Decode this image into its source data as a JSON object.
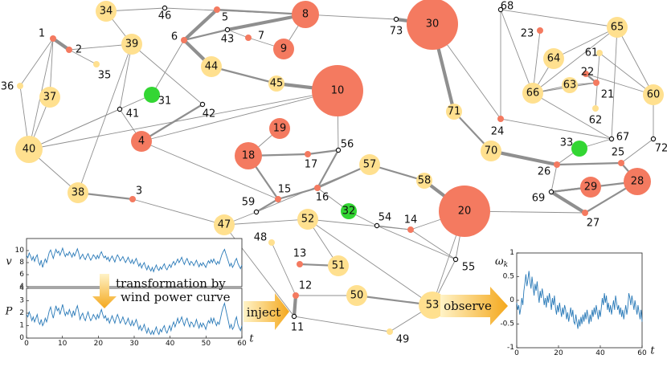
{
  "network": {
    "nodes": [
      {
        "id": "1",
        "type": "load",
        "size": "xs"
      },
      {
        "id": "2",
        "type": "load",
        "size": "xs"
      },
      {
        "id": "3",
        "type": "load",
        "size": "xs"
      },
      {
        "id": "4",
        "type": "load",
        "size": "md"
      },
      {
        "id": "5",
        "type": "load",
        "size": "xs"
      },
      {
        "id": "6",
        "type": "load",
        "size": "xs"
      },
      {
        "id": "7",
        "type": "load",
        "size": "xs"
      },
      {
        "id": "8",
        "type": "load",
        "size": "lg"
      },
      {
        "id": "9",
        "type": "load",
        "size": "md"
      },
      {
        "id": "10",
        "type": "load",
        "size": "xl"
      },
      {
        "id": "11",
        "type": "transit",
        "size": "xs"
      },
      {
        "id": "12",
        "type": "load",
        "size": "xs"
      },
      {
        "id": "13",
        "type": "load",
        "size": "xs"
      },
      {
        "id": "14",
        "type": "load",
        "size": "xs"
      },
      {
        "id": "15",
        "type": "load",
        "size": "xs"
      },
      {
        "id": "16",
        "type": "load",
        "size": "xs"
      },
      {
        "id": "17",
        "type": "load",
        "size": "xs"
      },
      {
        "id": "18",
        "type": "load",
        "size": "lg"
      },
      {
        "id": "19",
        "type": "load",
        "size": "md"
      },
      {
        "id": "20",
        "type": "load",
        "size": "xl"
      },
      {
        "id": "21",
        "type": "load",
        "size": "xs"
      },
      {
        "id": "22",
        "type": "load",
        "size": "xs"
      },
      {
        "id": "23",
        "type": "load",
        "size": "xs"
      },
      {
        "id": "24",
        "type": "load",
        "size": "xs"
      },
      {
        "id": "25",
        "type": "load",
        "size": "xs"
      },
      {
        "id": "26",
        "type": "load",
        "size": "xs"
      },
      {
        "id": "27",
        "type": "load",
        "size": "xs"
      },
      {
        "id": "28",
        "type": "load",
        "size": "lg"
      },
      {
        "id": "29",
        "type": "load",
        "size": "md"
      },
      {
        "id": "30",
        "type": "load",
        "size": "xl"
      },
      {
        "id": "31",
        "type": "wind",
        "size": "sm"
      },
      {
        "id": "32",
        "type": "wind",
        "size": "sm"
      },
      {
        "id": "33",
        "type": "wind",
        "size": "sm"
      },
      {
        "id": "34",
        "type": "generator",
        "size": "md"
      },
      {
        "id": "35",
        "type": "generator",
        "size": "xs"
      },
      {
        "id": "36",
        "type": "generator",
        "size": "xs"
      },
      {
        "id": "37",
        "type": "generator",
        "size": "md"
      },
      {
        "id": "38",
        "type": "generator",
        "size": "md"
      },
      {
        "id": "39",
        "type": "generator",
        "size": "md"
      },
      {
        "id": "40",
        "type": "generator",
        "size": "lg"
      },
      {
        "id": "41",
        "type": "transit",
        "size": "xs"
      },
      {
        "id": "42",
        "type": "transit",
        "size": "xs"
      },
      {
        "id": "43",
        "type": "transit",
        "size": "xs"
      },
      {
        "id": "44",
        "type": "generator",
        "size": "md"
      },
      {
        "id": "45",
        "type": "generator",
        "size": "sm"
      },
      {
        "id": "46",
        "type": "transit",
        "size": "xs"
      },
      {
        "id": "47",
        "type": "generator",
        "size": "md"
      },
      {
        "id": "48",
        "type": "generator",
        "size": "xs"
      },
      {
        "id": "49",
        "type": "generator",
        "size": "xs"
      },
      {
        "id": "50",
        "type": "generator",
        "size": "md"
      },
      {
        "id": "51",
        "type": "generator",
        "size": "md"
      },
      {
        "id": "52",
        "type": "generator",
        "size": "md"
      },
      {
        "id": "53",
        "type": "generator",
        "size": "lg"
      },
      {
        "id": "54",
        "type": "transit",
        "size": "xs"
      },
      {
        "id": "55",
        "type": "transit",
        "size": "xs"
      },
      {
        "id": "56",
        "type": "transit",
        "size": "xs"
      },
      {
        "id": "57",
        "type": "generator",
        "size": "md"
      },
      {
        "id": "58",
        "type": "generator",
        "size": "sm"
      },
      {
        "id": "59",
        "type": "transit",
        "size": "xs"
      },
      {
        "id": "60",
        "type": "generator",
        "size": "md"
      },
      {
        "id": "61",
        "type": "generator",
        "size": "xs"
      },
      {
        "id": "62",
        "type": "generator",
        "size": "xs"
      },
      {
        "id": "63",
        "type": "generator",
        "size": "sm"
      },
      {
        "id": "64",
        "type": "generator",
        "size": "md"
      },
      {
        "id": "65",
        "type": "generator",
        "size": "md"
      },
      {
        "id": "66",
        "type": "generator",
        "size": "md"
      },
      {
        "id": "67",
        "type": "transit",
        "size": "xs"
      },
      {
        "id": "68",
        "type": "transit",
        "size": "xs"
      },
      {
        "id": "69",
        "type": "transit",
        "size": "xs"
      },
      {
        "id": "70",
        "type": "generator",
        "size": "md"
      },
      {
        "id": "71",
        "type": "generator",
        "size": "sm"
      },
      {
        "id": "72",
        "type": "transit",
        "size": "xs"
      },
      {
        "id": "73",
        "type": "transit",
        "size": "xs"
      }
    ],
    "edges": [
      [
        "34",
        "46",
        "thin"
      ],
      [
        "46",
        "8",
        "thin"
      ],
      [
        "34",
        "39",
        "thin"
      ],
      [
        "1",
        "36",
        "thin"
      ],
      [
        "1",
        "40",
        "thin"
      ],
      [
        "1",
        "2",
        "thick"
      ],
      [
        "2",
        "35",
        "thin"
      ],
      [
        "2",
        "39",
        "thin"
      ],
      [
        "36",
        "40",
        "thin"
      ],
      [
        "37",
        "40",
        "thin"
      ],
      [
        "37",
        "1",
        "thin"
      ],
      [
        "39",
        "38",
        "thin"
      ],
      [
        "39",
        "41",
        "thin"
      ],
      [
        "39",
        "42",
        "thin"
      ],
      [
        "41",
        "40",
        "thin"
      ],
      [
        "41",
        "4",
        "thin"
      ],
      [
        "40",
        "10",
        "thin"
      ],
      [
        "40",
        "38",
        "thin"
      ],
      [
        "40",
        "31",
        "thin"
      ],
      [
        "38",
        "3",
        "medium"
      ],
      [
        "3",
        "47",
        "thin"
      ],
      [
        "6",
        "5",
        "thick"
      ],
      [
        "5",
        "8",
        "medium"
      ],
      [
        "6",
        "43",
        "medium"
      ],
      [
        "43",
        "8",
        "thick"
      ],
      [
        "43",
        "7",
        "thin"
      ],
      [
        "7",
        "9",
        "thin"
      ],
      [
        "9",
        "8",
        "thin"
      ],
      [
        "6",
        "44",
        "thick"
      ],
      [
        "6",
        "31",
        "thin"
      ],
      [
        "44",
        "45",
        "medium"
      ],
      [
        "45",
        "10",
        "thick"
      ],
      [
        "4",
        "42",
        "medium"
      ],
      [
        "4",
        "10",
        "thin"
      ],
      [
        "4",
        "15",
        "thin"
      ],
      [
        "8",
        "73",
        "thin"
      ],
      [
        "73",
        "30",
        "thick"
      ],
      [
        "30",
        "71",
        "thick"
      ],
      [
        "30",
        "24",
        "thin"
      ],
      [
        "71",
        "70",
        "medium"
      ],
      [
        "70",
        "26",
        "thick"
      ],
      [
        "26",
        "25",
        "medium"
      ],
      [
        "25",
        "28",
        "medium"
      ],
      [
        "25",
        "72",
        "thin"
      ],
      [
        "72",
        "60",
        "thin"
      ],
      [
        "26",
        "69",
        "thin"
      ],
      [
        "69",
        "27",
        "thick"
      ],
      [
        "69",
        "29",
        "medium"
      ],
      [
        "69",
        "28",
        "medium"
      ],
      [
        "27",
        "28",
        "medium"
      ],
      [
        "24",
        "67",
        "thin"
      ],
      [
        "24",
        "68",
        "thin"
      ],
      [
        "68",
        "65",
        "thin"
      ],
      [
        "68",
        "66",
        "thin"
      ],
      [
        "65",
        "64",
        "thin"
      ],
      [
        "65",
        "60",
        "thin"
      ],
      [
        "65",
        "67",
        "thin"
      ],
      [
        "65",
        "66",
        "thin"
      ],
      [
        "60",
        "61",
        "thin"
      ],
      [
        "61",
        "62",
        "thin"
      ],
      [
        "66",
        "64",
        "thin"
      ],
      [
        "66",
        "63",
        "thin"
      ],
      [
        "66",
        "67",
        "thin"
      ],
      [
        "66",
        "21",
        "thin"
      ],
      [
        "21",
        "22",
        "medium"
      ],
      [
        "22",
        "60",
        "thin"
      ],
      [
        "63",
        "21",
        "thin"
      ],
      [
        "67",
        "33",
        "thin"
      ],
      [
        "33",
        "26",
        "thin"
      ],
      [
        "23",
        "66",
        "thin"
      ],
      [
        "19",
        "18",
        "thin"
      ],
      [
        "18",
        "17",
        "medium"
      ],
      [
        "17",
        "56",
        "medium"
      ],
      [
        "18",
        "15",
        "medium"
      ],
      [
        "56",
        "10",
        "thin"
      ],
      [
        "56",
        "16",
        "medium"
      ],
      [
        "15",
        "16",
        "medium"
      ],
      [
        "15",
        "59",
        "medium"
      ],
      [
        "16",
        "57",
        "medium"
      ],
      [
        "16",
        "32",
        "thin"
      ],
      [
        "57",
        "58",
        "medium"
      ],
      [
        "58",
        "20",
        "thick"
      ],
      [
        "32",
        "54",
        "thin"
      ],
      [
        "54",
        "14",
        "thin"
      ],
      [
        "14",
        "20",
        "thin"
      ],
      [
        "54",
        "55",
        "thin"
      ],
      [
        "55",
        "53",
        "thin"
      ],
      [
        "20",
        "53",
        "thin"
      ],
      [
        "20",
        "27",
        "thin"
      ],
      [
        "59",
        "47",
        "thin"
      ],
      [
        "47",
        "52",
        "thin"
      ],
      [
        "47",
        "11",
        "thin"
      ],
      [
        "52",
        "14",
        "thin"
      ],
      [
        "52",
        "51",
        "thin"
      ],
      [
        "52",
        "53",
        "thin"
      ],
      [
        "48",
        "12",
        "thin"
      ],
      [
        "13",
        "51",
        "medium"
      ],
      [
        "12",
        "11",
        "thick"
      ],
      [
        "12",
        "50",
        "thin"
      ],
      [
        "50",
        "53",
        "medium"
      ],
      [
        "53",
        "49",
        "thin"
      ],
      [
        "11",
        "49",
        "thin"
      ],
      [
        "20",
        "55",
        "thin"
      ],
      [
        "14",
        "55",
        "thin"
      ],
      [
        "57",
        "59",
        "thin"
      ]
    ]
  },
  "plot_left": {
    "top": {
      "ylabel": "v",
      "ylim": [
        4,
        12
      ],
      "yticks": [
        "4",
        "6",
        "8",
        "10"
      ],
      "series": [
        9.2,
        8.8,
        9.6,
        9.1,
        8.4,
        9.0,
        8.2,
        8.9,
        9.3,
        8.1,
        7.6,
        8.4,
        7.2,
        7.9,
        8.6,
        8.0,
        8.8,
        9.7,
        10.1,
        9.4,
        8.7,
        9.5,
        10.2,
        9.6,
        9.9,
        9.2,
        9.8,
        10.4,
        9.6,
        9.0,
        9.5,
        9.2,
        9.8,
        9.4,
        8.9,
        9.6,
        9.1,
        9.7,
        10.3,
        9.6,
        8.6,
        9.0,
        9.4,
        8.8,
        8.5,
        9.1,
        9.5,
        8.9,
        8.4,
        8.8,
        9.3,
        9.0,
        8.6,
        9.2,
        8.7,
        9.4,
        9.8,
        9.2,
        8.8,
        9.1,
        8.5,
        8.9,
        8.2,
        8.7,
        9.1,
        8.6,
        8.1,
        8.8,
        9.3,
        8.9,
        8.3,
        8.6,
        9.0,
        8.5,
        8.0,
        8.4,
        8.9,
        8.3,
        7.9,
        8.5,
        7.8,
        8.2,
        8.7,
        8.0,
        7.4,
        7.9,
        7.1,
        7.6,
        8.0,
        7.3,
        6.8,
        7.5,
        7.0,
        6.6,
        7.2,
        6.5,
        7.1,
        7.6,
        7.0,
        6.7,
        7.3,
        6.9,
        7.4,
        7.8,
        7.1,
        6.8,
        7.3,
        7.7,
        7.2,
        7.8,
        8.2,
        7.6,
        8.1,
        8.6,
        8.0,
        8.4,
        8.9,
        8.2,
        7.7,
        8.3,
        8.7,
        8.1,
        7.6,
        8.2,
        8.0,
        7.5,
        7.9,
        8.4,
        7.8,
        7.3,
        7.9,
        7.5,
        8.0,
        7.6,
        7.2,
        7.8,
        8.3,
        7.9,
        8.5,
        8.0,
        8.6,
        8.1,
        7.7,
        8.2,
        7.8,
        8.6,
        9.3,
        9.8,
        10.2,
        9.5,
        8.8,
        8.1,
        7.4,
        7.9,
        7.2,
        7.6,
        8.3,
        8.7,
        7.9,
        7.4,
        7.0,
        7.6
      ]
    },
    "bottom": {
      "ylabel": "P",
      "ylim": [
        0,
        4
      ],
      "yticks": [
        "0",
        "1",
        "2",
        "3",
        "4"
      ],
      "xlim": [
        0,
        60
      ],
      "xticks": [
        "0",
        "10",
        "20",
        "30",
        "40",
        "50",
        "60"
      ],
      "xlabel": "t",
      "series": [
        1.9,
        1.7,
        2.1,
        1.8,
        1.4,
        1.7,
        1.3,
        1.6,
        1.9,
        1.3,
        1.1,
        1.5,
        1.0,
        1.2,
        1.6,
        1.3,
        1.7,
        2.2,
        2.5,
        2.0,
        1.6,
        2.1,
        2.6,
        2.2,
        2.4,
        1.9,
        2.3,
        2.7,
        2.2,
        1.8,
        2.1,
        1.9,
        2.3,
        2.0,
        1.7,
        2.2,
        1.8,
        2.3,
        2.6,
        2.1,
        1.5,
        1.8,
        2.0,
        1.6,
        1.4,
        1.8,
        2.1,
        1.7,
        1.4,
        1.6,
        1.9,
        1.7,
        1.5,
        1.9,
        1.6,
        2.0,
        2.3,
        1.9,
        1.6,
        1.8,
        1.4,
        1.6,
        1.2,
        1.5,
        1.8,
        1.5,
        1.2,
        1.6,
        1.9,
        1.6,
        1.2,
        1.4,
        1.7,
        1.4,
        1.1,
        1.3,
        1.6,
        1.2,
        1.0,
        1.4,
        1.0,
        1.2,
        1.5,
        1.1,
        0.7,
        1.0,
        0.6,
        0.8,
        1.1,
        0.7,
        0.4,
        0.8,
        0.5,
        0.3,
        0.6,
        0.3,
        0.6,
        0.9,
        0.5,
        0.3,
        0.7,
        0.5,
        0.8,
        1.0,
        0.6,
        0.4,
        0.7,
        1.0,
        0.6,
        1.0,
        1.3,
        0.9,
        1.2,
        1.6,
        1.2,
        1.4,
        1.7,
        1.3,
        1.0,
        1.4,
        1.6,
        1.2,
        0.9,
        1.3,
        1.2,
        0.9,
        1.1,
        1.5,
        1.1,
        0.8,
        1.2,
        0.9,
        1.2,
        1.0,
        0.7,
        1.1,
        1.4,
        1.2,
        1.6,
        1.2,
        1.6,
        1.3,
        1.0,
        1.3,
        1.1,
        1.6,
        2.1,
        2.5,
        2.8,
        2.3,
        1.8,
        1.3,
        0.8,
        1.1,
        0.7,
        0.9,
        1.4,
        1.7,
        1.1,
        0.8,
        0.6,
        1.0
      ]
    }
  },
  "plot_right": {
    "ylabel": "ω_k",
    "ylim": [
      -1,
      1
    ],
    "yticks": [
      "-1",
      "-0.5",
      "0",
      "0.5",
      "1"
    ],
    "xlim": [
      0,
      60
    ],
    "xticks": [
      "0",
      "20",
      "40",
      "60"
    ],
    "xlabel": "t",
    "series": [
      -0.05,
      -0.2,
      -0.1,
      -0.3,
      -0.15,
      0.05,
      -0.1,
      0.2,
      0.35,
      0.55,
      0.3,
      0.45,
      0.62,
      0.4,
      0.25,
      0.5,
      0.3,
      0.1,
      0.35,
      0.2,
      0.4,
      0.15,
      -0.05,
      0.2,
      0.05,
      0.25,
      0.1,
      -0.1,
      0.05,
      -0.15,
      0.1,
      -0.05,
      0.15,
      0.0,
      -0.2,
      0.05,
      -0.1,
      0.1,
      -0.15,
      -0.3,
      -0.1,
      -0.25,
      -0.05,
      -0.2,
      -0.35,
      -0.15,
      -0.3,
      -0.1,
      -0.2,
      -0.4,
      -0.25,
      -0.45,
      -0.3,
      -0.15,
      -0.35,
      -0.2,
      -0.45,
      -0.5,
      -0.3,
      -0.45,
      -0.6,
      -0.4,
      -0.55,
      -0.35,
      -0.5,
      -0.3,
      -0.45,
      -0.25,
      -0.4,
      -0.2,
      -0.35,
      -0.5,
      -0.3,
      -0.45,
      -0.2,
      -0.35,
      -0.15,
      -0.3,
      -0.1,
      -0.25,
      -0.4,
      -0.2,
      -0.35,
      -0.15,
      0.05,
      -0.1,
      0.15,
      -0.05,
      0.1,
      -0.2,
      -0.05,
      -0.25,
      -0.1,
      -0.3,
      -0.15,
      0.0,
      -0.2,
      0.1,
      -0.05,
      -0.2,
      -0.1,
      -0.3,
      -0.15,
      -0.35,
      -0.2,
      -0.4,
      -0.25,
      -0.1,
      -0.3,
      -0.15,
      0.15,
      0.05,
      -0.1,
      0.1,
      -0.05,
      -0.2,
      0.0,
      -0.15,
      -0.3,
      -0.1,
      -0.25,
      -0.4,
      -0.2,
      -0.45
    ]
  },
  "arrows": {
    "transform": "transformation by wind power curve",
    "inject": "inject",
    "observe": "observe"
  },
  "colors": {
    "load": "#f47a60",
    "generator": "#ffe08f",
    "wind": "#33d633",
    "edge": "#8f8f8f",
    "curve": "#2a7ab8",
    "arrow_start": "#fff3c7",
    "arrow_end": "#f4a81d"
  }
}
